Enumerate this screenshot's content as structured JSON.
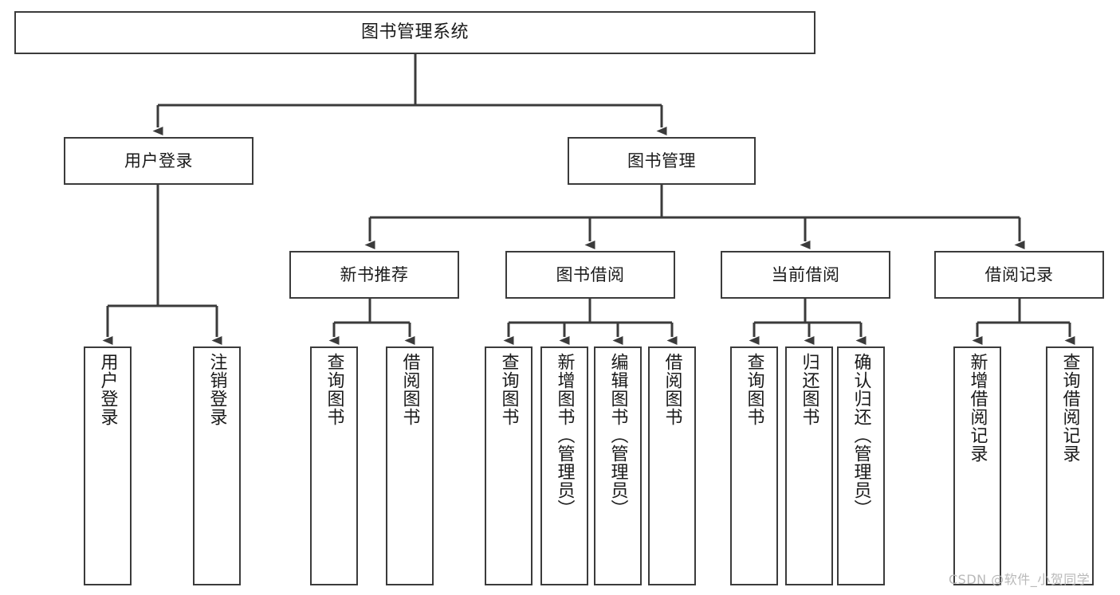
{
  "diagram": {
    "type": "tree",
    "title": "图书管理系统",
    "style": {
      "box_fill": "#ffffff",
      "box_stroke": "#3b3b3b",
      "line_color": "#3b3b3b",
      "text_color": "#1a1a1a",
      "background": "#ffffff"
    },
    "nodes": {
      "root": {
        "label": "图书管理系统"
      },
      "level1": [
        {
          "label": "用户登录"
        },
        {
          "label": "图书管理"
        }
      ],
      "level2": [
        {
          "label": "新书推荐"
        },
        {
          "label": "图书借阅"
        },
        {
          "label": "当前借阅"
        },
        {
          "label": "借阅记录"
        }
      ],
      "leaves_user_login": [
        {
          "label": "用户登录"
        },
        {
          "label": "注销登录"
        }
      ],
      "leaves_new_book": [
        {
          "label": "查询图书"
        },
        {
          "label": "借阅图书"
        }
      ],
      "leaves_borrow": [
        {
          "label": "查询图书"
        },
        {
          "label": "新增图书（管理员）"
        },
        {
          "label": "编辑图书（管理员）"
        },
        {
          "label": "借阅图书"
        }
      ],
      "leaves_current": [
        {
          "label": "查询图书"
        },
        {
          "label": "归还图书"
        },
        {
          "label": "确认归还（管理员）"
        }
      ],
      "leaves_record": [
        {
          "label": "新增借阅记录"
        },
        {
          "label": "查询借阅记录"
        }
      ]
    },
    "edges": [
      {
        "from": "图书管理系统",
        "to": "用户登录"
      },
      {
        "from": "图书管理系统",
        "to": "图书管理"
      },
      {
        "from": "用户登录",
        "to": "用户登录"
      },
      {
        "from": "用户登录",
        "to": "注销登录"
      },
      {
        "from": "图书管理",
        "to": "新书推荐"
      },
      {
        "from": "图书管理",
        "to": "图书借阅"
      },
      {
        "from": "图书管理",
        "to": "当前借阅"
      },
      {
        "from": "图书管理",
        "to": "借阅记录"
      },
      {
        "from": "新书推荐",
        "to": "查询图书"
      },
      {
        "from": "新书推荐",
        "to": "借阅图书"
      },
      {
        "from": "图书借阅",
        "to": "查询图书"
      },
      {
        "from": "图书借阅",
        "to": "新增图书（管理员）"
      },
      {
        "from": "图书借阅",
        "to": "编辑图书（管理员）"
      },
      {
        "from": "图书借阅",
        "to": "借阅图书"
      },
      {
        "from": "当前借阅",
        "to": "查询图书"
      },
      {
        "from": "当前借阅",
        "to": "归还图书"
      },
      {
        "from": "当前借阅",
        "to": "确认归还（管理员）"
      },
      {
        "from": "借阅记录",
        "to": "新增借阅记录"
      },
      {
        "from": "借阅记录",
        "to": "查询借阅记录"
      }
    ]
  },
  "watermark": {
    "text": "CSDN @软件_小贺同学"
  }
}
